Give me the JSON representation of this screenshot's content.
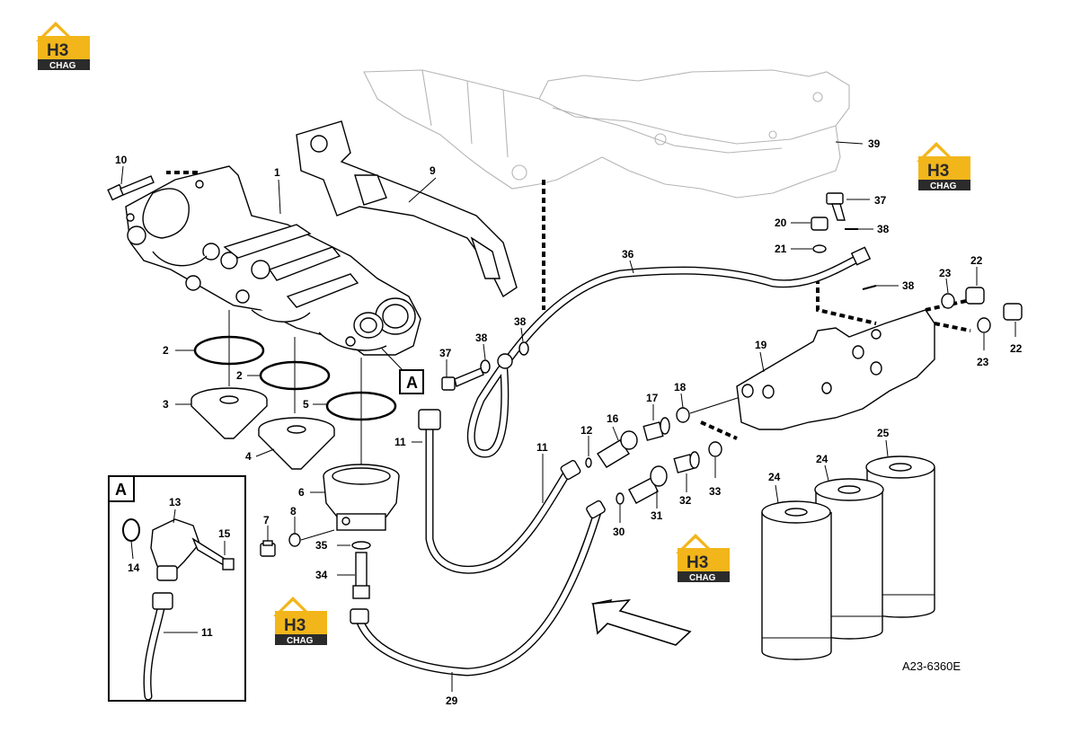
{
  "logo": {
    "mark": "H3",
    "sub": "CHAG",
    "accent": "#f2b61b",
    "dark": "#2b2b2b"
  },
  "callouts": {
    "p1": "1",
    "p2a": "2",
    "p2b": "2",
    "p3": "3",
    "p4": "4",
    "p5": "5",
    "p6": "6",
    "p7": "7",
    "p8": "8",
    "p9": "9",
    "p10": "10",
    "p11a": "11",
    "p11b": "11",
    "p11c": "11",
    "p12": "12",
    "p13": "13",
    "p14": "14",
    "p15": "15",
    "p16": "16",
    "p17": "17",
    "p18": "18",
    "p19": "19",
    "p20": "20",
    "p21": "21",
    "p22a": "22",
    "p22b": "22",
    "p23a": "23",
    "p23b": "23",
    "p24a": "24",
    "p24b": "24",
    "p25": "25",
    "p29": "29",
    "p30": "30",
    "p31": "31",
    "p32": "32",
    "p33": "33",
    "p34": "34",
    "p35": "35",
    "p36": "36",
    "p37a": "37",
    "p37b": "37",
    "p38a": "38",
    "p38b": "38",
    "p38c": "38",
    "p38d": "38",
    "p39": "39"
  },
  "detail": {
    "marker": "A",
    "inset_title": "A"
  },
  "drawing_code": "A23-6360E"
}
